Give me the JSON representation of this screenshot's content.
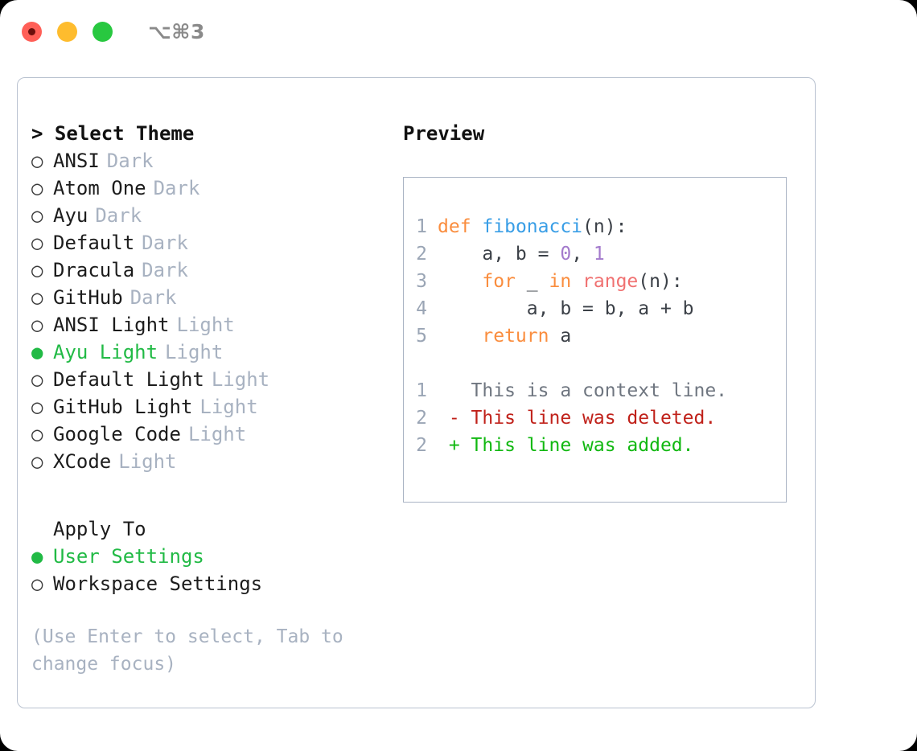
{
  "titlebar": {
    "shortcut": "⌥⌘3",
    "lights": [
      "close-red",
      "minimize-yellow",
      "zoom-green"
    ]
  },
  "left_panel": {
    "heading": "> Select Theme",
    "themes": [
      {
        "marker": "○",
        "name": "ANSI",
        "variant": "Dark",
        "selected": false
      },
      {
        "marker": "○",
        "name": "Atom One",
        "variant": "Dark",
        "selected": false
      },
      {
        "marker": "○",
        "name": "Ayu",
        "variant": "Dark",
        "selected": false
      },
      {
        "marker": "○",
        "name": "Default",
        "variant": "Dark",
        "selected": false
      },
      {
        "marker": "○",
        "name": "Dracula",
        "variant": "Dark",
        "selected": false
      },
      {
        "marker": "○",
        "name": "GitHub",
        "variant": "Dark",
        "selected": false
      },
      {
        "marker": "○",
        "name": "ANSI Light",
        "variant": "Light",
        "selected": false
      },
      {
        "marker": "●",
        "name": "Ayu Light",
        "variant": "Light",
        "selected": true
      },
      {
        "marker": "○",
        "name": "Default Light",
        "variant": "Light",
        "selected": false
      },
      {
        "marker": "○",
        "name": "GitHub Light",
        "variant": "Light",
        "selected": false
      },
      {
        "marker": "○",
        "name": "Google Code",
        "variant": "Light",
        "selected": false
      },
      {
        "marker": "○",
        "name": "XCode",
        "variant": "Light",
        "selected": false
      }
    ],
    "apply_to": {
      "heading": "Apply To",
      "options": [
        {
          "marker": "●",
          "name": "User Settings",
          "selected": true
        },
        {
          "marker": "○",
          "name": "Workspace Settings",
          "selected": false
        }
      ]
    },
    "hint": "(Use Enter to select, Tab to change focus)"
  },
  "right_panel": {
    "heading": "Preview",
    "code_lines": [
      {
        "no": "1",
        "tokens": [
          {
            "t": "def",
            "c": "tok-kw"
          },
          {
            "t": " ",
            "c": "tok-pl"
          },
          {
            "t": "fibonacci",
            "c": "tok-fn"
          },
          {
            "t": "(n):",
            "c": "code-text"
          }
        ]
      },
      {
        "no": "2",
        "tokens": [
          {
            "t": "    a, b = ",
            "c": "code-text"
          },
          {
            "t": "0",
            "c": "tok-num"
          },
          {
            "t": ", ",
            "c": "code-text"
          },
          {
            "t": "1",
            "c": "tok-num"
          }
        ]
      },
      {
        "no": "3",
        "tokens": [
          {
            "t": "    ",
            "c": "code-text"
          },
          {
            "t": "for",
            "c": "tok-kw"
          },
          {
            "t": " _ ",
            "c": "code-text"
          },
          {
            "t": "in",
            "c": "tok-kw"
          },
          {
            "t": " ",
            "c": "code-text"
          },
          {
            "t": "range",
            "c": "tok-bi"
          },
          {
            "t": "(n):",
            "c": "code-text"
          }
        ]
      },
      {
        "no": "4",
        "tokens": [
          {
            "t": "        a, b = b, a + b",
            "c": "code-text"
          }
        ]
      },
      {
        "no": "5",
        "tokens": [
          {
            "t": "    ",
            "c": "code-text"
          },
          {
            "t": "return",
            "c": "tok-kw"
          },
          {
            "t": " a",
            "c": "code-text"
          }
        ]
      }
    ],
    "diff_lines": [
      {
        "no": "1",
        "text": "   This is a context line.",
        "cls": "diff-ctx"
      },
      {
        "no": "2",
        "text": " - This line was deleted.",
        "cls": "diff-del"
      },
      {
        "no": "2",
        "text": " + This line was added.",
        "cls": "diff-add"
      }
    ]
  },
  "colors": {
    "accent_green": "#21ba45",
    "muted": "#a8b2c1",
    "border": "#b9c2d0",
    "keyword": "#fa8d3e",
    "function": "#399ee6",
    "number": "#a37acc",
    "builtin": "#f07171",
    "diff_added": "#11b811",
    "diff_deleted": "#c0211a"
  }
}
